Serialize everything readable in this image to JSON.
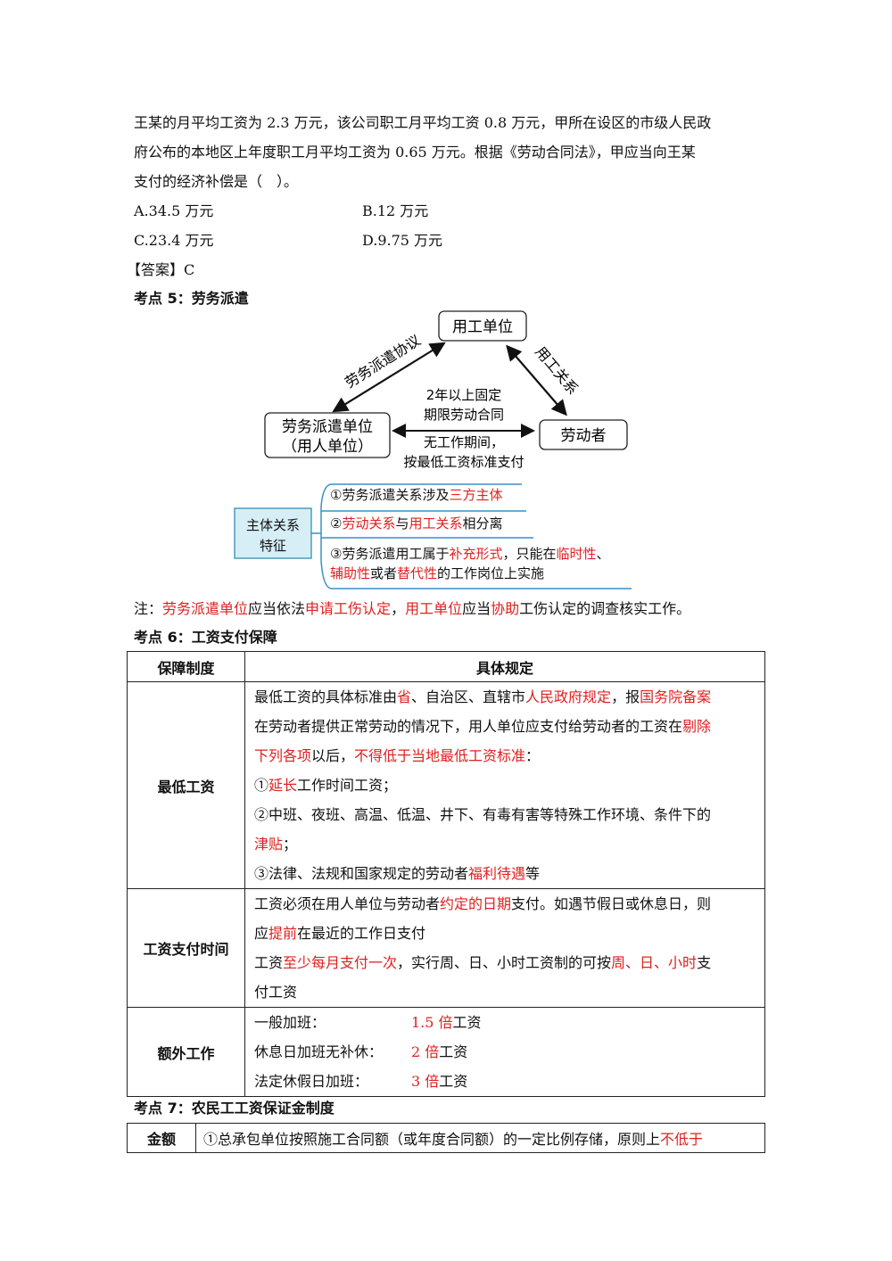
{
  "question": {
    "line1": "王某的月平均工资为 2.3 万元，该公司职工月平均工资 0.8 万元，甲所在设区的市级人民政",
    "line2": "府公布的本地区上年度职工月平均工资为 0.65 万元。根据《劳动合同法》，甲应当向王某",
    "line3": "支付的经济补偿是（　）。",
    "options": {
      "a": "A.34.5 万元",
      "b": "B.12 万元",
      "c": "C.23.4 万元",
      "d": "D.9.75 万元"
    },
    "answer": "【答案】C"
  },
  "section5": {
    "heading": "考点 5：劳务派遣",
    "diagram": {
      "employer": "用工单位",
      "dispatcher_line1": "劳务派遣单位",
      "dispatcher_line2": "（用人单位）",
      "worker": "劳动者",
      "left_arrow_label": "劳务派遣协议",
      "right_arrow_label": "用工关系",
      "contract_line1": "2年以上固定",
      "contract_line2": "期限劳动合同",
      "idle_line1": "无工作期间，",
      "idle_line2": "按最低工资标准支付"
    },
    "features": {
      "box_line1": "主体关系",
      "box_line2": "特征",
      "item1_a": "①劳务派遣关系涉及",
      "item1_b": "三方主体",
      "item2_a": "②",
      "item2_b": "劳动关系",
      "item2_c": "与",
      "item2_d": "用工关系",
      "item2_e": "相分离",
      "item3_a": "③劳务派遣用工属于",
      "item3_b": "补充形式",
      "item3_c": "，只能在",
      "item3_d": "临时性",
      "item3_e": "、",
      "item3_f": "辅助性",
      "item3_g": "或者",
      "item3_h": "替代性",
      "item3_i": "的工作岗位上实施"
    },
    "note": {
      "a": "注：",
      "b": "劳务派遣单位",
      "c": "应当依法",
      "d": "申请工伤认定",
      "e": "，",
      "f": "用工单位",
      "g": "应当",
      "h": "协助",
      "i": "工伤认定的调查核实工作。"
    }
  },
  "section6": {
    "heading": "考点 6：工资支付保障",
    "header_col1": "保障制度",
    "header_col2": "具体规定",
    "rows": {
      "min_wage": {
        "label": "最低工资",
        "l1": [
          "最低工资的具体标准由",
          "省",
          "、自治区、直辖市",
          "人民政府规定",
          "，报",
          "国务院备案"
        ],
        "l2": [
          "在劳动者提供正常劳动的情况下，用人单位应支付给劳动者的工资在",
          "剔除"
        ],
        "l3": [
          "下列各项",
          "以后，",
          "不得低于当地最低工资标准",
          "："
        ],
        "l4": [
          "①",
          "延长",
          "工作时间工资；"
        ],
        "l5": "②中班、夜班、高温、低温、井下、有毒有害等特殊工作环境、条件下的",
        "l6": [
          "津贴",
          "；"
        ],
        "l7": [
          "③法律、法规和国家规定的劳动者",
          "福利待遇",
          "等"
        ]
      },
      "pay_time": {
        "label": "工资支付时间",
        "l1": [
          "工资必须在用人单位与劳动者",
          "约定的日期",
          "支付。如遇节假日或休息日，则"
        ],
        "l2": [
          "应",
          "提前",
          "在最近的工作日支付"
        ],
        "l3": [
          "工资",
          "至少每月支付一次",
          "，实行周、日、小时工资制的可按",
          "周、日、小时",
          "支"
        ],
        "l4": "付工资"
      },
      "overtime": {
        "label": "额外工作",
        "items": [
          {
            "label": "一般加班：",
            "value": "1.5 倍",
            "unit": "工资"
          },
          {
            "label": "休息日加班无补休：",
            "value": "2 倍",
            "unit": "工资"
          },
          {
            "label": "法定休假日加班：",
            "value": "3 倍",
            "unit": "工资"
          }
        ]
      }
    }
  },
  "section7": {
    "heading": "考点 7：农民工工资保证金制度",
    "label": "金额",
    "text_a": "①总承包单位按照施工合同额（或年度合同额）的一定比例存储，原则上",
    "text_b": "不低于"
  },
  "colors": {
    "red": "#e02020",
    "box_fill": "#d6eef5",
    "box_border": "#4a9bbf",
    "line_blue": "#3a8fc6"
  }
}
